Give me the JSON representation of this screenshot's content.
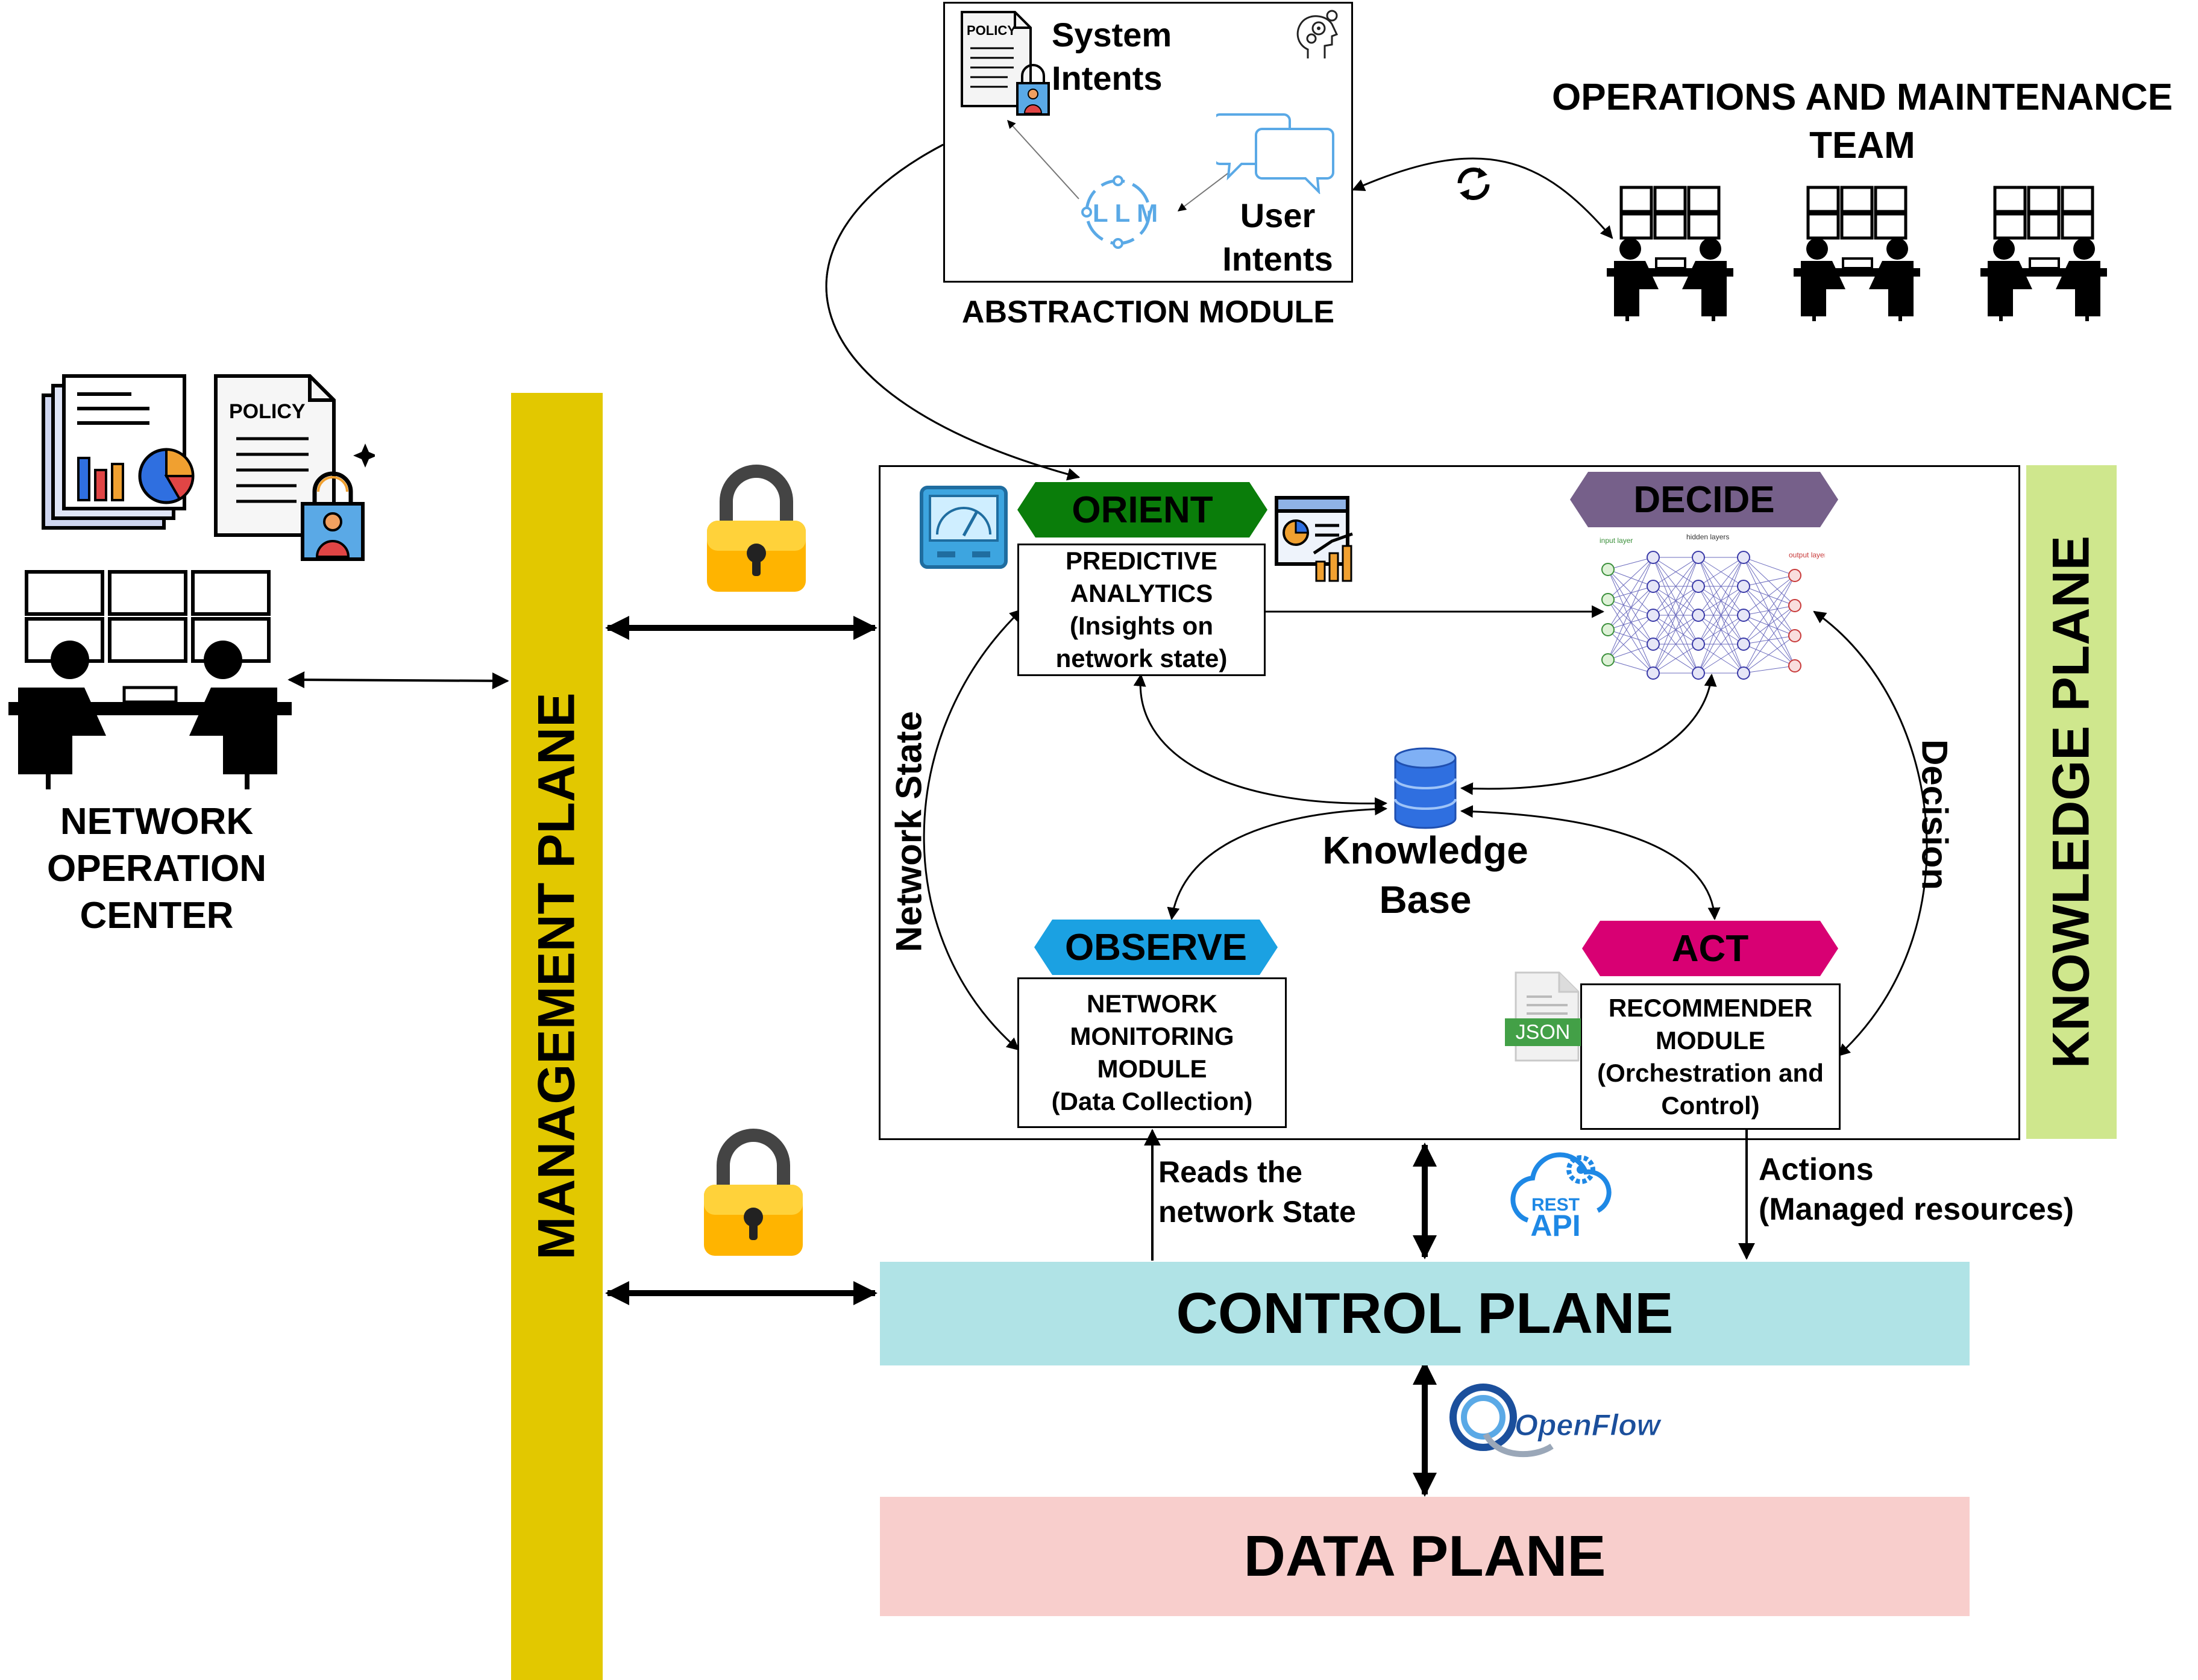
{
  "abstraction_module": {
    "title": "ABSTRACTION MODULE",
    "system_intents": [
      "System",
      "Intents"
    ],
    "user_intents": [
      "User",
      "Intents"
    ],
    "policy_label": "POLICY",
    "llm_label": "L L M"
  },
  "ops_team": {
    "title": [
      "OPERATIONS AND MAINTENANCE",
      "TEAM"
    ]
  },
  "noc": {
    "title": [
      "NETWORK",
      "OPERATION",
      "CENTER"
    ],
    "policy_label": "POLICY"
  },
  "management_plane": {
    "label": "MANAGEMENT PLANE",
    "color": "#e2c800"
  },
  "knowledge_plane": {
    "label": "KNOWLEDGE PLANE",
    "color": "#cfe78d"
  },
  "control_plane": {
    "label": "CONTROL PLANE",
    "color": "#b0e3e6"
  },
  "data_plane": {
    "label": "DATA PLANE",
    "color": "#f8cecc"
  },
  "orient": {
    "label": "ORIENT",
    "color": "#0a7d0a",
    "box": [
      "PREDICTIVE",
      "ANALYTICS",
      "(Insights on",
      "network state)"
    ]
  },
  "decide": {
    "label": "DECIDE",
    "color": "#76608a",
    "nn_labels": [
      "input layer",
      "hidden layers",
      "output layer"
    ]
  },
  "observe": {
    "label": "OBSERVE",
    "color": "#1ba1e2",
    "box": [
      "NETWORK",
      "MONITORING",
      "MODULE",
      "(Data Collection)"
    ]
  },
  "act": {
    "label": "ACT",
    "color": "#d80073",
    "box": [
      "RECOMMENDER",
      "MODULE",
      "(Orchestration and",
      "Control)"
    ]
  },
  "knowledge_base": {
    "label": [
      "Knowledge",
      "Base"
    ]
  },
  "edge_labels": {
    "network_state": "Network State",
    "decision": "Decision",
    "reads_state": [
      "Reads the",
      "network State"
    ],
    "actions": [
      "Actions",
      "(Managed resources)"
    ]
  },
  "badges": {
    "json": "JSON",
    "rest_top": "REST",
    "rest_bottom": "API",
    "openflow": "OpenFlow"
  }
}
